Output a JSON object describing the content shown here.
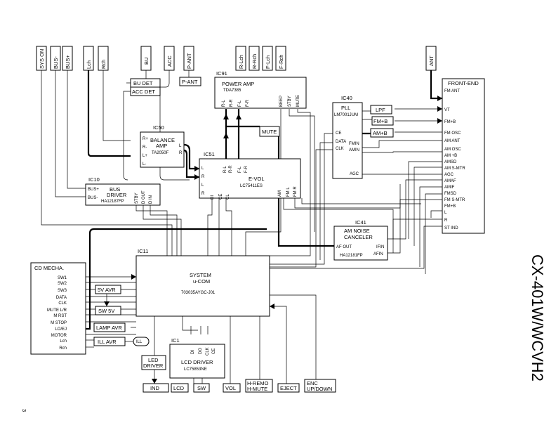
{
  "model_title": "CX-401W/WCVH2",
  "page_number": "3",
  "top_terminals": [
    "SYS ON",
    "BUS-",
    "BUS+",
    "Lch",
    "Rch",
    "BU",
    "ACC",
    "P-ANT",
    "R-Lch",
    "R-Rch",
    "F-Lch",
    "F-Rch",
    "ANT"
  ],
  "blocks": {
    "bu_det": "BU DET",
    "acc_det": "ACC DET",
    "p_ant_box": "P-ANT",
    "ic91": {
      "ref": "IC91",
      "name": "POWER AMP",
      "part": "TDA7385",
      "pins": [
        "R-L",
        "R-R",
        "F-L",
        "F-R",
        "BEEP",
        "STBY",
        "MUTE"
      ]
    },
    "ic40": {
      "ref": "IC40",
      "name": "PLL",
      "part": "LM7001JUM",
      "pins": [
        "CE",
        "DATA",
        "CLK",
        "FMIN",
        "AMIN",
        "AGC"
      ]
    },
    "lpf": "LPF",
    "fm_b": "FM+B",
    "am_b": "AM+B",
    "front_end": {
      "name": "FRONT-END",
      "pins": [
        "FM ANT",
        "VT",
        "FM+B",
        "FM OSC",
        "AM ANT",
        "AM OSC",
        "AM +B",
        "AMSD",
        "AM S-MTR",
        "AGC",
        "AMAF",
        "AMIF",
        "FMSD",
        "FM S-MTR",
        "FM+B",
        "L",
        "R",
        "ST IND"
      ]
    },
    "ic50": {
      "ref": "IC50",
      "name1": "BALANCE",
      "name2": "AMP",
      "part": "TA2050F",
      "pins_in": [
        "R+",
        "R-",
        "L+",
        "L-"
      ],
      "pins_out": [
        "L",
        "R"
      ]
    },
    "mute": "MUTE",
    "ic51": {
      "ref": "IC51",
      "name": "E-VOL",
      "part": "LC75411ES",
      "pins_in": [
        "L",
        "R",
        "L",
        "R"
      ],
      "pins_top": [
        "R-L",
        "R-R",
        "F-L",
        "F-R"
      ],
      "pins_bottom": [
        "DI",
        "CE",
        "CL",
        "AM",
        "FM L",
        "FM R"
      ]
    },
    "ic10": {
      "ref": "IC10",
      "name1": "BUS",
      "name2": "DRIVER",
      "part": "HA12187FP",
      "pins": [
        "BUS+",
        "BUS-",
        "STBY",
        "D OUT",
        "D IN"
      ]
    },
    "ic41": {
      "ref": "IC41",
      "name1": "AM NOISE",
      "name2": "CANCELER",
      "part": "HA12181FP",
      "pins": [
        "AF OUT",
        "IFIN",
        "AFIN"
      ]
    },
    "cd_mecha": {
      "name": "CD MECHA.",
      "pins": [
        "SW1",
        "SW2",
        "SW3",
        "DATA",
        "CLK",
        "MUTE L/R",
        "M RST",
        "M STOP",
        "LO/EJ",
        "MOTOR",
        "Lch",
        "Rch"
      ]
    },
    "ic11": {
      "ref": "IC11",
      "name1": "SYSTEM",
      "name2": "u-COM",
      "part": "703035AYGC-J01"
    },
    "avr_5v": "5V AVR",
    "sw_5v": "SW 5V",
    "lamp_avr": "LAMP AVR",
    "ill_avr": "ILL AVR",
    "ill": "ILL",
    "led_driver1": "LED",
    "led_driver2": "DRIVER",
    "ic1": {
      "ref": "IC1",
      "name": "LCD DRIVER",
      "part": "LC75853NE",
      "pins": [
        "DI",
        "DO",
        "CLK",
        "CE"
      ]
    },
    "bottom_boxes": [
      "IND",
      "LCD",
      "SW",
      "VOL",
      "H-REMO",
      "H-MUTE",
      "EJECT",
      "ENC",
      "UP/DOWN"
    ]
  }
}
